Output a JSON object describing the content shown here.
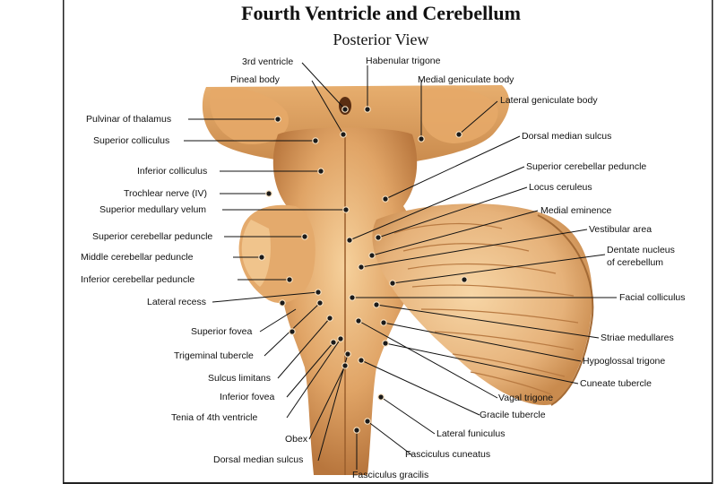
{
  "title": "Fourth Ventricle and Cerebellum",
  "subtitle": "Posterior View",
  "labels": {
    "third_ventricle": "3rd ventricle",
    "habenular_trigone": "Habenular trigone",
    "pineal_body": "Pineal body",
    "medial_geniculate_body": "Medial geniculate body",
    "lateral_geniculate_body": "Lateral geniculate body",
    "pulvinar_of_thalamus": "Pulvinar of thalamus",
    "superior_colliculus": "Superior colliculus",
    "dorsal_median_sulcus_top": "Dorsal median sulcus",
    "inferior_colliculus": "Inferior colliculus",
    "superior_cerebellar_peduncle_right": "Superior cerebellar peduncle",
    "trochlear_nerve": "Trochlear nerve (IV)",
    "locus_ceruleus": "Locus ceruleus",
    "superior_medullary_velum": "Superior medullary velum",
    "medial_eminence": "Medial eminence",
    "vestibular_area": "Vestibular area",
    "superior_cerebellar_peduncle_left": "Superior cerebellar peduncle",
    "dentate_nucleus_line1": "Dentate nucleus",
    "dentate_nucleus_line2": "of cerebellum",
    "middle_cerebellar_peduncle": "Middle cerebellar peduncle",
    "inferior_cerebellar_peduncle": "Inferior cerebellar peduncle",
    "lateral_recess": "Lateral recess",
    "facial_colliculus": "Facial colliculus",
    "superior_fovea": "Superior fovea",
    "striae_medullares": "Striae medullares",
    "trigeminal_tubercle": "Trigeminal tubercle",
    "hypoglossal_trigone": "Hypoglossal trigone",
    "sulcus_limitans": "Sulcus limitans",
    "cuneate_tubercle": "Cuneate tubercle",
    "inferior_fovea": "Inferior fovea",
    "vagal_trigone": "Vagal trigone",
    "tenia_of_4th_ventricle": "Tenia of 4th ventricle",
    "gracile_tubercle": "Gracile tubercle",
    "lateral_funiculus": "Lateral funiculus",
    "obex": "Obex",
    "fasciculus_cuneatus": "Fasciculus cuneatus",
    "dorsal_median_sulcus_bottom": "Dorsal median sulcus",
    "fasciculus_gracilis": "Fasciculus gracilis"
  },
  "colors": {
    "tissue_light": "#f2c488",
    "tissue_mid": "#d9995a",
    "tissue_dark": "#a5632e",
    "line": "#111111",
    "border": "#222222"
  }
}
